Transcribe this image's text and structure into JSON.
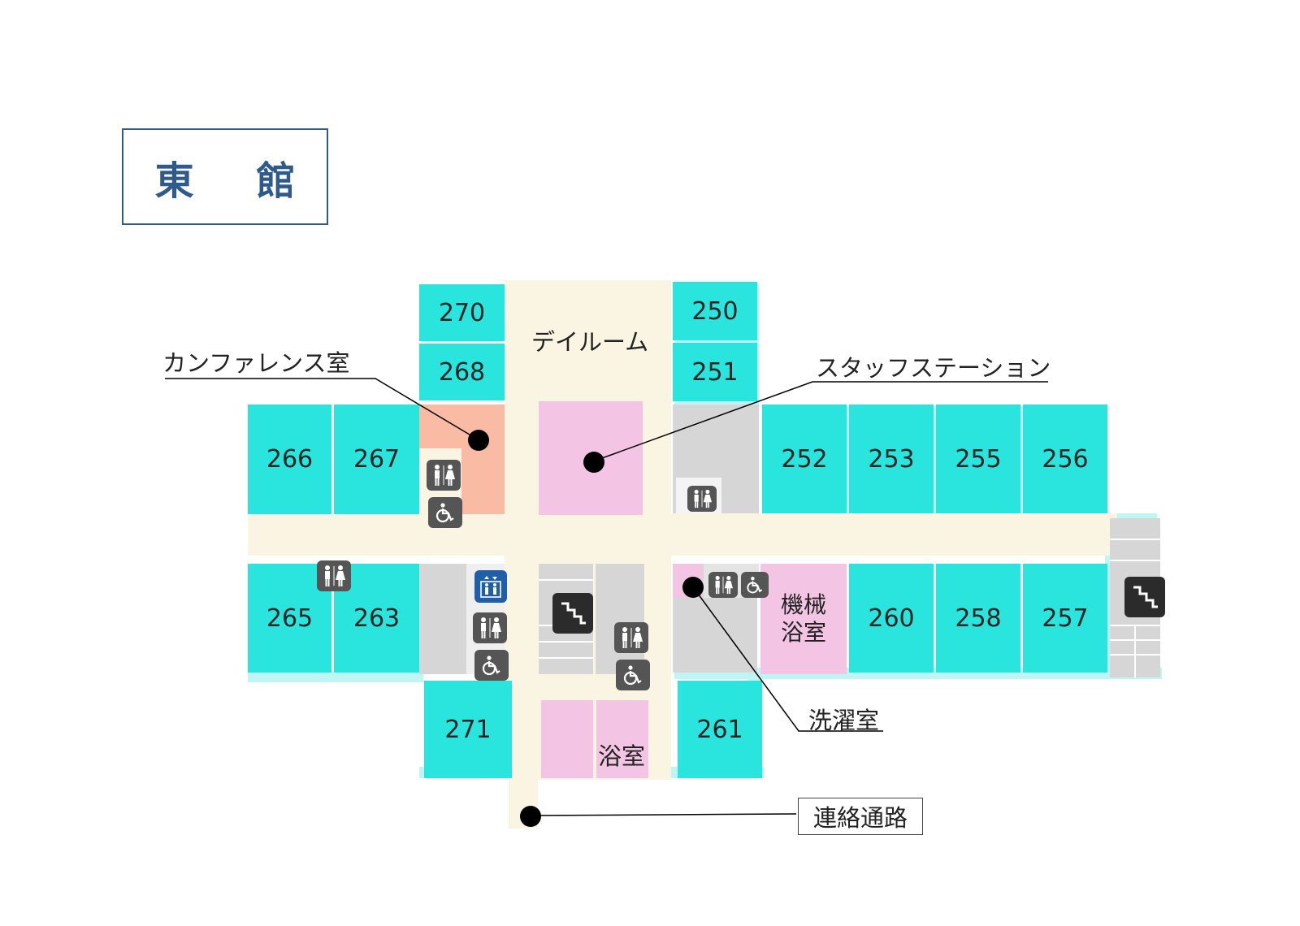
{
  "title": "東 館",
  "rooms": {
    "r270": "270",
    "r268": "268",
    "r250": "250",
    "r251": "251",
    "r266": "266",
    "r267": "267",
    "r252": "252",
    "r253": "253",
    "r255": "255",
    "r256": "256",
    "r265": "265",
    "r263": "263",
    "r260": "260",
    "r258": "258",
    "r257": "257",
    "r271": "271",
    "r261": "261"
  },
  "labels": {
    "dayroom": "デイルーム",
    "machine_bath": "機械浴室",
    "bath": "浴室"
  },
  "callouts": {
    "conference": "カンファレンス室",
    "staff_station": "スタッフステーション",
    "laundry": "洗濯室",
    "connecting_passage": "連絡通路"
  },
  "colors": {
    "patient_room": "#2ae5de",
    "corridor": "#f9f5e2",
    "bath": "#f4c4e4",
    "conference": "#f9bba3",
    "utility": "#d6d6d6",
    "title": "#2f5b8c"
  },
  "icons": [
    "restroom-icon",
    "accessible-restroom-icon",
    "elevator-icon",
    "stairs-icon"
  ]
}
